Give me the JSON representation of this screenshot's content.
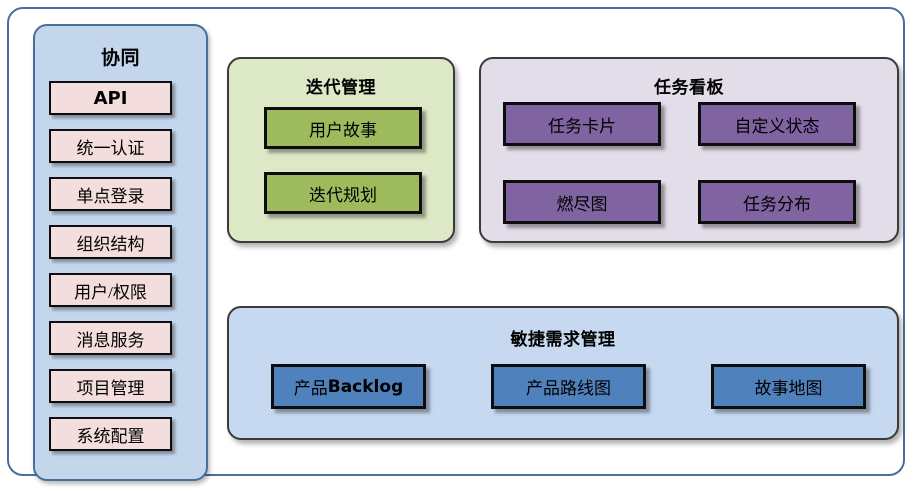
{
  "diagram": {
    "background_color": "#ffffff",
    "frame_border_color": "#4a6f9c"
  },
  "sidebar": {
    "title": "协同",
    "fill_color": "#c3d6ec",
    "item_fill_color": "#f4dedd",
    "items": [
      {
        "label": "API",
        "bold": true
      },
      {
        "label": "统一认证",
        "bold": false
      },
      {
        "label": "单点登录",
        "bold": false
      },
      {
        "label": "组织结构",
        "bold": false
      },
      {
        "label": "用户/权限",
        "bold": false
      },
      {
        "label": "消息服务",
        "bold": false
      },
      {
        "label": "项目管理",
        "bold": false
      },
      {
        "label": "系统配置",
        "bold": false
      }
    ]
  },
  "iteration": {
    "title": "迭代管理",
    "fill_color": "#dde8c6",
    "item_fill_color": "#9dbb5c",
    "items": [
      {
        "label": "用户故事"
      },
      {
        "label": "迭代规划"
      }
    ]
  },
  "taskboard": {
    "title": "任务看板",
    "fill_color": "#e3ddea",
    "item_fill_color": "#8064a2",
    "items": [
      {
        "label": "任务卡片"
      },
      {
        "label": "自定义状态"
      },
      {
        "label": "燃尽图"
      },
      {
        "label": "任务分布"
      }
    ]
  },
  "agile": {
    "title": "敏捷需求管理",
    "fill_color": "#c6d9f0",
    "item_fill_color": "#4f81bd",
    "items": [
      {
        "label": "产品Backlog"
      },
      {
        "label": "产品路线图"
      },
      {
        "label": "故事地图"
      }
    ]
  }
}
